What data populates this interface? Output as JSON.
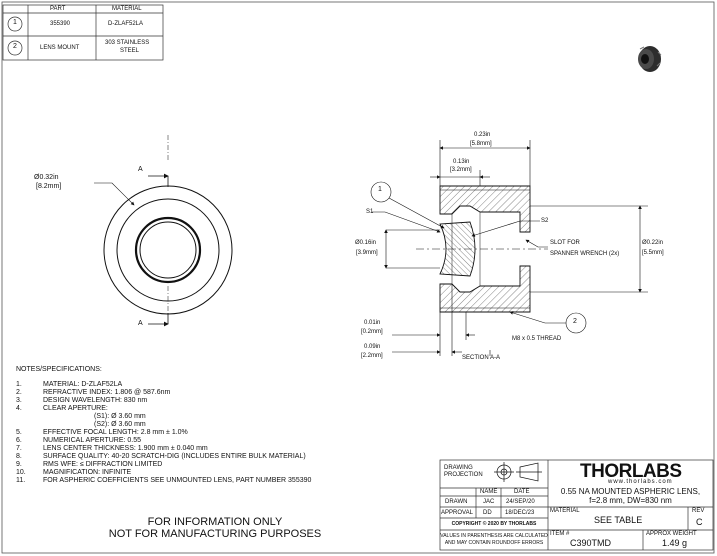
{
  "bom": {
    "headers": [
      "PART",
      "MATERIAL"
    ],
    "rows": [
      {
        "item": "1",
        "part": "355390",
        "material": "D-ZLAF52LA"
      },
      {
        "item": "2",
        "part": "LENS MOUNT",
        "material_line1": "303 STAINLESS",
        "material_line2": "STEEL"
      }
    ]
  },
  "front_view": {
    "section_label": "A",
    "diameter_in": "0.32in",
    "diameter_mm": "[8.2mm]"
  },
  "section_view": {
    "overall_len_in": "0.23in",
    "overall_len_mm": "[5.8mm]",
    "mid_len_in": "0.13in",
    "mid_len_mm": "[3.2mm]",
    "s1": "S1",
    "s2": "S2",
    "bore_in": "0.16in",
    "bore_mm": "[3.9mm]",
    "outer_in": "0.22in",
    "outer_mm": "[5.5mm]",
    "slot_line1": "SLOT FOR",
    "slot_line2": "SPANNER WRENCH (2x)",
    "lip_in": "0.01in",
    "lip_mm": "[0.2mm]",
    "step_in": "0.09in",
    "step_mm": "[2.2mm]",
    "thread": "M8 x 0.5 THREAD",
    "section_title": "SECTION A-A",
    "balloon1": "1",
    "balloon2": "2",
    "diameter_symbol": "Ø"
  },
  "notes": {
    "title": "NOTES/SPECIFICATIONS:",
    "items": [
      {
        "num": "1.",
        "text": "MATERIAL: D-ZLAF52LA"
      },
      {
        "num": "2.",
        "text": "REFRACTIVE INDEX: 1.806 @ 587.6nm"
      },
      {
        "num": "3.",
        "text": "DESIGN WAVELENGTH: 830 nm"
      },
      {
        "num": "4.",
        "text": "CLEAR APERTURE:"
      },
      {
        "num": "",
        "text": "(S1): Ø 3.60 mm"
      },
      {
        "num": "",
        "text": "(S2): Ø 3.60 mm"
      },
      {
        "num": "5.",
        "text": "EFFECTIVE FOCAL LENGTH: 2.8 mm ± 1.0%"
      },
      {
        "num": "6.",
        "text": "NUMERICAL APERTURE: 0.55"
      },
      {
        "num": "7.",
        "text": "LENS CENTER THICKNESS: 1.900 mm ± 0.040 mm"
      },
      {
        "num": "8.",
        "text": "SURFACE QUALITY: 40-20 SCRATCH-DIG (INCLUDES ENTIRE BULK MATERIAL)"
      },
      {
        "num": "9.",
        "text": "RMS WFE: ≤ DIFFRACTION LIMITED"
      },
      {
        "num": "10.",
        "text": "MAGNIFICATION: INFINITE"
      },
      {
        "num": "11.",
        "text": "FOR ASPHERIC COEFFICIENTS SEE UNMOUNTED LENS, PART NUMBER 355390"
      }
    ]
  },
  "disclaimer": {
    "line1": "FOR INFORMATION ONLY",
    "line2": "NOT FOR MANUFACTURING PURPOSES"
  },
  "title_block": {
    "drawing_projection_l1": "DRAWING",
    "drawing_projection_l2": "PROJECTION",
    "brand": "THORLABS",
    "website": "www.thorlabs.com",
    "description_l1": "0.55 NA MOUNTED ASPHERIC LENS,",
    "description_l2": "f=2.8 mm, DW=830 nm",
    "name_hdr": "NAME",
    "date_hdr": "DATE",
    "drawn_lbl": "DRAWN",
    "drawn_name": "JAC",
    "drawn_date": "24/SEP/20",
    "approval_lbl": "APPROVAL",
    "approval_name": "DD",
    "approval_date": "18/DEC/23",
    "material_lbl": "MATERIAL",
    "material_val": "SEE TABLE",
    "rev_lbl": "REV",
    "rev_val": "C",
    "copyright": "COPYRIGHT © 2020 BY THORLABS",
    "note_l1": "VALUES IN PARENTHESIS ARE CALCULATED",
    "note_l2": "AND MAY CONTAIN ROUNDOFF ERRORS",
    "item_lbl": "ITEM #",
    "item_val": "C390TMD",
    "weight_lbl": "APPROX WEIGHT",
    "weight_val": "1.49 g"
  }
}
